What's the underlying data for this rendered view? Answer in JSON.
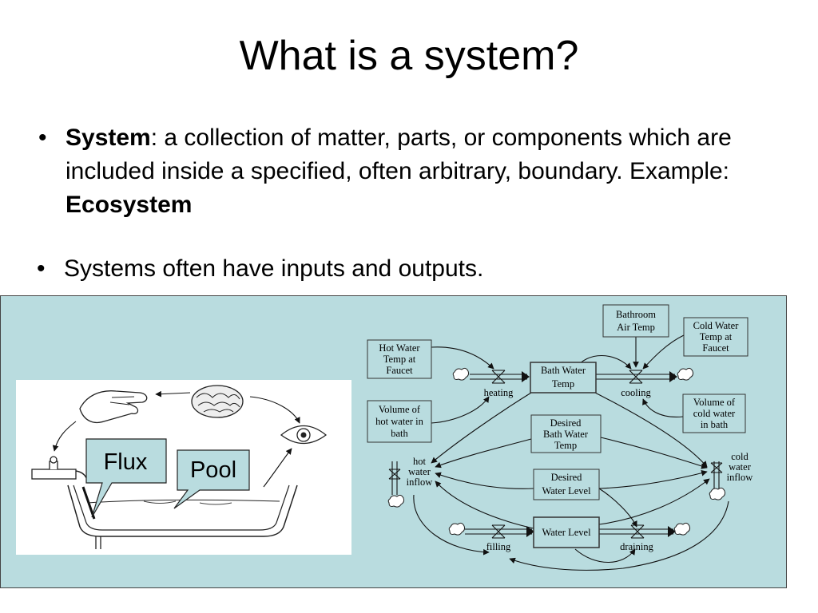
{
  "title": "What is a system?",
  "bullets": {
    "b1_term": "System",
    "b1_text": ": a collection of matter, parts, or components which are included inside a specified, often arbitrary, boundary.  Example: ",
    "b1_example": "Ecosystem",
    "b2_text": "Systems often have inputs and outputs."
  },
  "bullet_glyph": "•",
  "left_figure": {
    "flux_label": "Flux",
    "pool_label": "Pool"
  },
  "diagram": {
    "hot_temp": [
      "Hot Water",
      "Temp at",
      "Faucet"
    ],
    "hot_volume": [
      "Volume of",
      "hot water in",
      "bath"
    ],
    "bathroom": [
      "Bathroom",
      "Air Temp"
    ],
    "cold_temp": [
      "Cold Water",
      "Temp at",
      "Faucet"
    ],
    "bath_temp": [
      "Bath Water",
      "Temp"
    ],
    "cold_volume": [
      "Volume of",
      "cold water",
      "in bath"
    ],
    "desired_temp": [
      "Desired",
      "Bath Water",
      "Temp"
    ],
    "desired_level": [
      "Desired",
      "Water Level"
    ],
    "water_level": "Water Level",
    "heating": "heating",
    "cooling": "cooling",
    "hot_inflow": [
      "hot",
      "water",
      "inflow"
    ],
    "cold_inflow": [
      "cold",
      "water",
      "inflow"
    ],
    "filling": "filling",
    "draining": "draining"
  },
  "colors": {
    "panel_bg": "#b9dcdf",
    "box_border": "#333333"
  }
}
